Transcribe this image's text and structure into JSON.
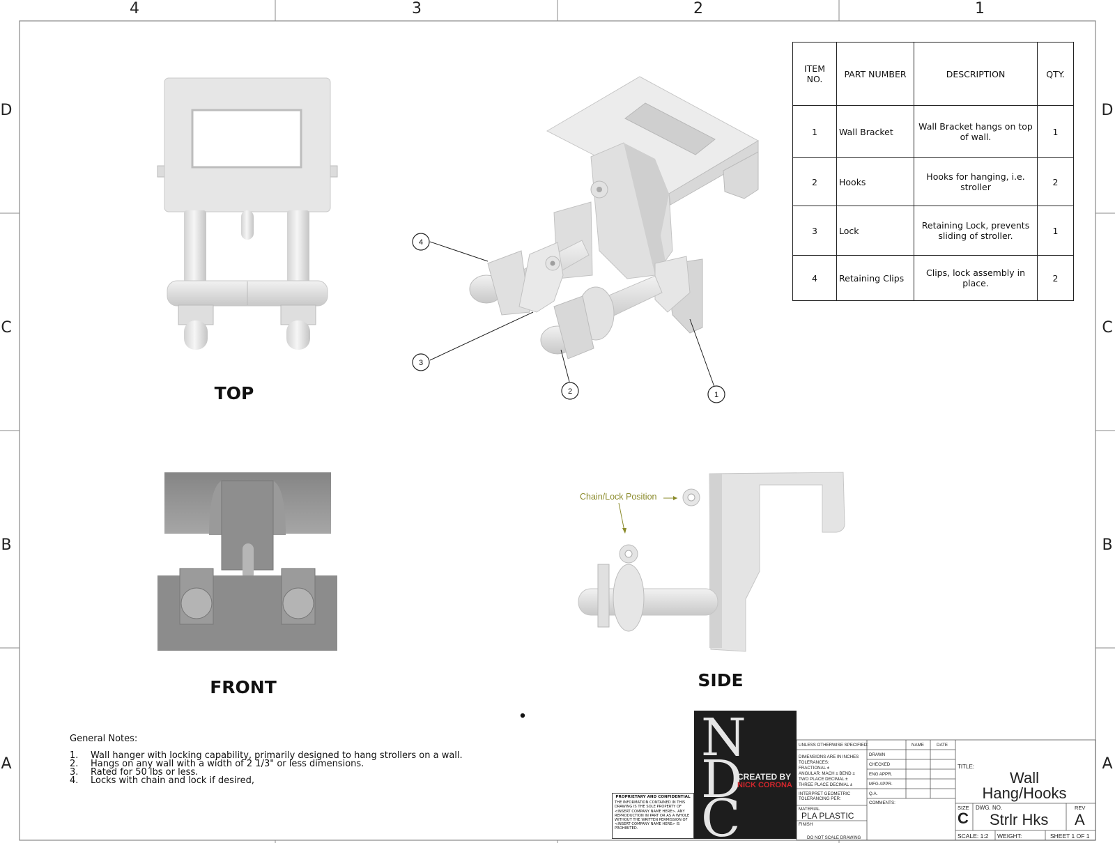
{
  "zones": {
    "columns": [
      "4",
      "3",
      "2",
      "1"
    ],
    "rows": [
      "D",
      "C",
      "B",
      "A"
    ]
  },
  "views": {
    "top_label": "TOP",
    "front_label": "FRONT",
    "side_label": "SIDE",
    "side_annotation": "Chain/Lock Position"
  },
  "balloons": [
    "4",
    "3",
    "2",
    "1"
  ],
  "bom": {
    "headers": [
      "ITEM NO.",
      "PART NUMBER",
      "DESCRIPTION",
      "QTY."
    ],
    "rows": [
      {
        "item": "1",
        "part": "Wall Bracket",
        "desc": "Wall Bracket hangs on top of wall.",
        "qty": "1"
      },
      {
        "item": "2",
        "part": "Hooks",
        "desc": "Hooks for hanging, i.e. stroller",
        "qty": "2"
      },
      {
        "item": "3",
        "part": "Lock",
        "desc": "Retaining Lock, prevents sliding of stroller.",
        "qty": "1"
      },
      {
        "item": "4",
        "part": "Retaining Clips",
        "desc": "Clips, lock assembly in place.",
        "qty": "2"
      }
    ]
  },
  "notes": {
    "heading": "General Notes:",
    "items": [
      {
        "n": "1.",
        "text": "Wall hanger with locking capability, primarily designed to hang strollers on a wall."
      },
      {
        "n": "2.",
        "text": "Hangs on any wall with a width of 2 1/3\" or less dimensions."
      },
      {
        "n": "3.",
        "text": "Rated for 50 lbs or less."
      },
      {
        "n": "4.",
        "text": "Locks with chain and lock if desired,"
      }
    ]
  },
  "proprietary": {
    "heading": "PROPRIETARY AND CONFIDENTIAL",
    "text": "THE INFORMATION CONTAINED IN THIS DRAWING IS THE SOLE PROPERTY OF <INSERT COMPANY NAME HERE>. ANY REPRODUCTION IN PART OR AS A WHOLE WITHOUT THE WRITTEN PERMISSION OF <INSERT COMPANY NAME HERE> IS PROHIBITED."
  },
  "logo": {
    "letters": [
      "N",
      "D",
      "C"
    ],
    "created_by": "CREATED BY",
    "author": "NICK CORONA"
  },
  "title_block": {
    "unless": "UNLESS OTHERWISE SPECIFIED:",
    "dims": "DIMENSIONS ARE IN INCHES",
    "tolerances": "TOLERANCES:",
    "fractional": "FRACTIONAL ±",
    "angular": "ANGULAR: MACH ±   BEND ±",
    "two_place": "TWO PLACE DECIMAL   ±",
    "three_place": "THREE PLACE DECIMAL  ±",
    "interpret": "INTERPRET GEOMETRIC TOLERANCING PER:",
    "material_label": "MATERIAL",
    "material": "PLA PLASTIC",
    "finish_label": "FINISH",
    "do_not_scale": "DO NOT SCALE DRAWING",
    "name_col": "NAME",
    "date_col": "DATE",
    "roles": [
      "DRAWN",
      "CHECKED",
      "ENG APPR.",
      "MFG APPR.",
      "Q.A."
    ],
    "comments": "COMMENTS:",
    "title_label": "TITLE:",
    "title_line1": "Wall",
    "title_line2": "Hang/Hooks",
    "size_label": "SIZE",
    "size": "C",
    "dwg_label": "DWG.  NO.",
    "dwg_no": "Strlr Hks",
    "rev_label": "REV",
    "rev": "A",
    "scale": "SCALE: 1:2",
    "weight": "WEIGHT:",
    "sheet": "SHEET 1 OF 1"
  }
}
